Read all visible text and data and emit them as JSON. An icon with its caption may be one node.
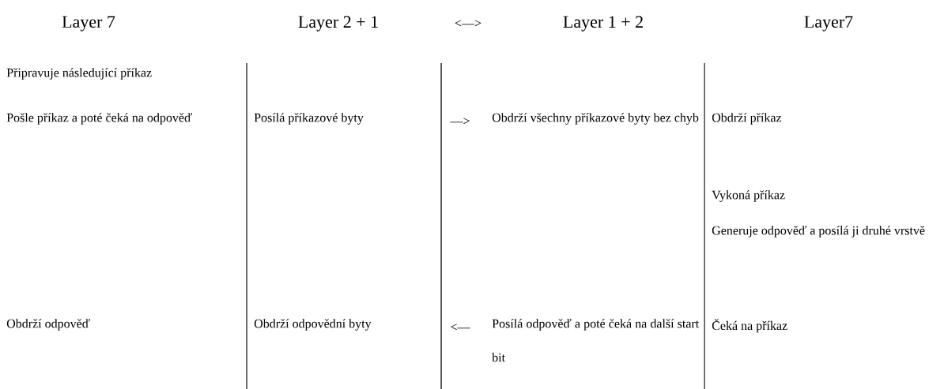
{
  "diagram": {
    "labels": [
      "Layer 7",
      "Layer 2 + 1",
      "<—>",
      "Layer 1 + 2",
      "Layer7",
      "Připravuje následující příkaz",
      "Pošle příkaz a poté čeká na odpověď",
      "Posílá příkazové byty",
      "—>",
      "Obdrží všechny příkazové byty bez chyb",
      "Obdrží příkaz",
      "Vykoná příkaz",
      "Generuje odpověď a posílá ji druhé vrstvě",
      "Obdrží odpověď",
      "Obdrží odpovědní byty",
      "<—",
      "Posílá odpověď a poté čeká na další start bit",
      "Čeká na příkaz"
    ]
  }
}
